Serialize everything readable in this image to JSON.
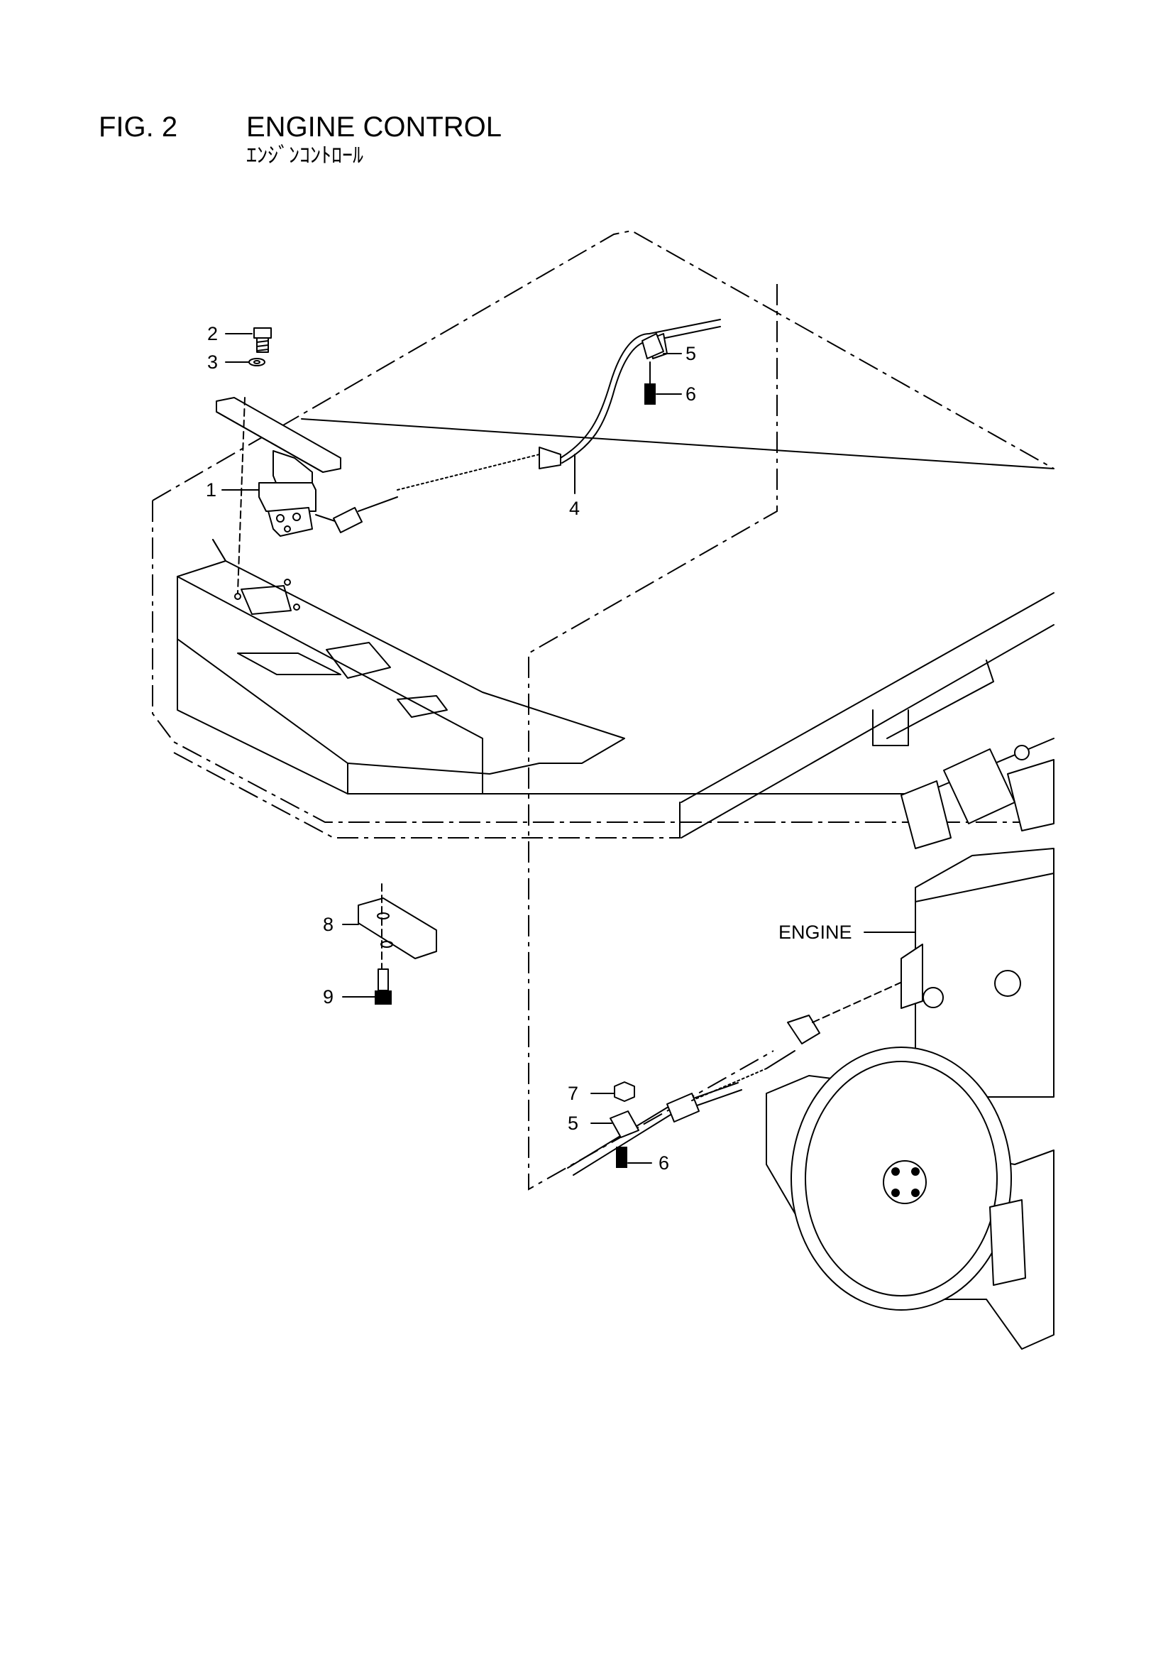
{
  "header": {
    "figure_label": "FIG. 2",
    "title": "ENGINE CONTROL",
    "title_ja": "ｴﾝｼﾞﾝｺﾝﾄﾛｰﾙ"
  },
  "callouts": {
    "c1": "1",
    "c2": "2",
    "c3": "3",
    "c4": "4",
    "c5_top": "5",
    "c6_top": "6",
    "c7": "7",
    "c5_bottom": "5",
    "c6_bottom": "6",
    "c8": "8",
    "c9": "9",
    "engine": "ENGINE"
  }
}
